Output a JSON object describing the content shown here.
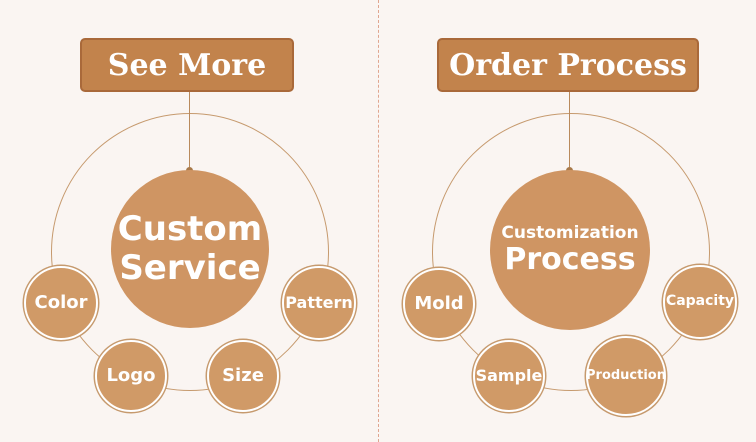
{
  "left": {
    "banner": "See More",
    "center_line1": "Custom",
    "center_line2": "Service",
    "nodes": [
      "Color",
      "Logo",
      "Size",
      "Pattern"
    ]
  },
  "right": {
    "banner": "Order Process",
    "center_line1": "Customization",
    "center_line2": "Process",
    "nodes": [
      "Mold",
      "Sample",
      "Production",
      "Capacity"
    ]
  },
  "colors": {
    "banner": "#c2834c",
    "bubble": "#d09a67",
    "ring": "#c69a6e",
    "background": "#faf5f2",
    "divider": "#e0a690"
  }
}
